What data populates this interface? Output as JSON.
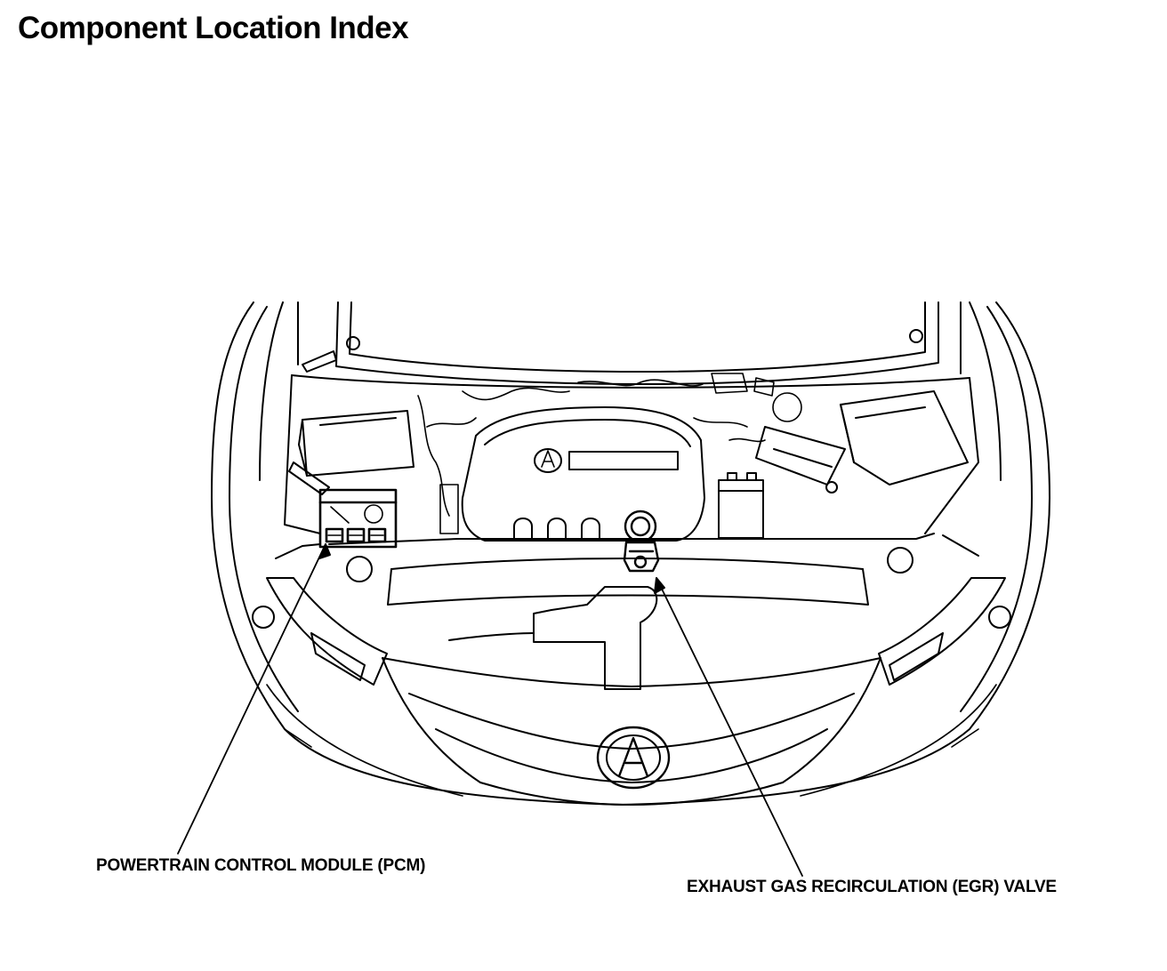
{
  "header": {
    "title": "Component Location Index"
  },
  "callouts": {
    "pcm": "POWERTRAIN CONTROL MODULE (PCM)",
    "egr": "EXHAUST GAS RECIRCULATION (EGR) VALVE"
  },
  "colors": {
    "ink": "#000000",
    "paper": "#ffffff"
  }
}
